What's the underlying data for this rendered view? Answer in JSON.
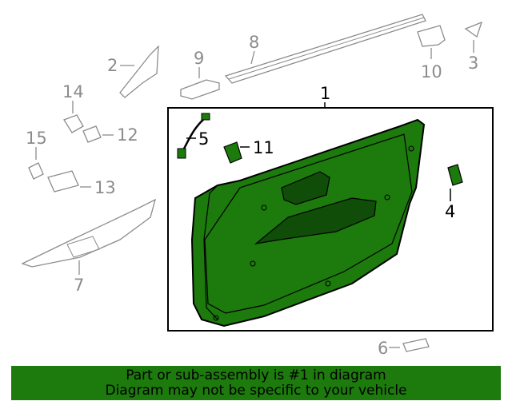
{
  "callouts": {
    "n1": "1",
    "n2": "2",
    "n3": "3",
    "n4": "4",
    "n5": "5",
    "n6": "6",
    "n7": "7",
    "n8": "8",
    "n9": "9",
    "n10": "10",
    "n11": "11",
    "n12": "12",
    "n13": "13",
    "n14": "14",
    "n15": "15"
  },
  "banner": {
    "line1": "Part or sub-assembly is #1 in diagram",
    "line2": "Diagram may not be specific to your vehicle"
  },
  "colors": {
    "highlight_fill": "#1d7a0d",
    "banner_bg": "#1d7a0d",
    "grey_line": "#8c8c8c",
    "black_line": "#000000"
  }
}
